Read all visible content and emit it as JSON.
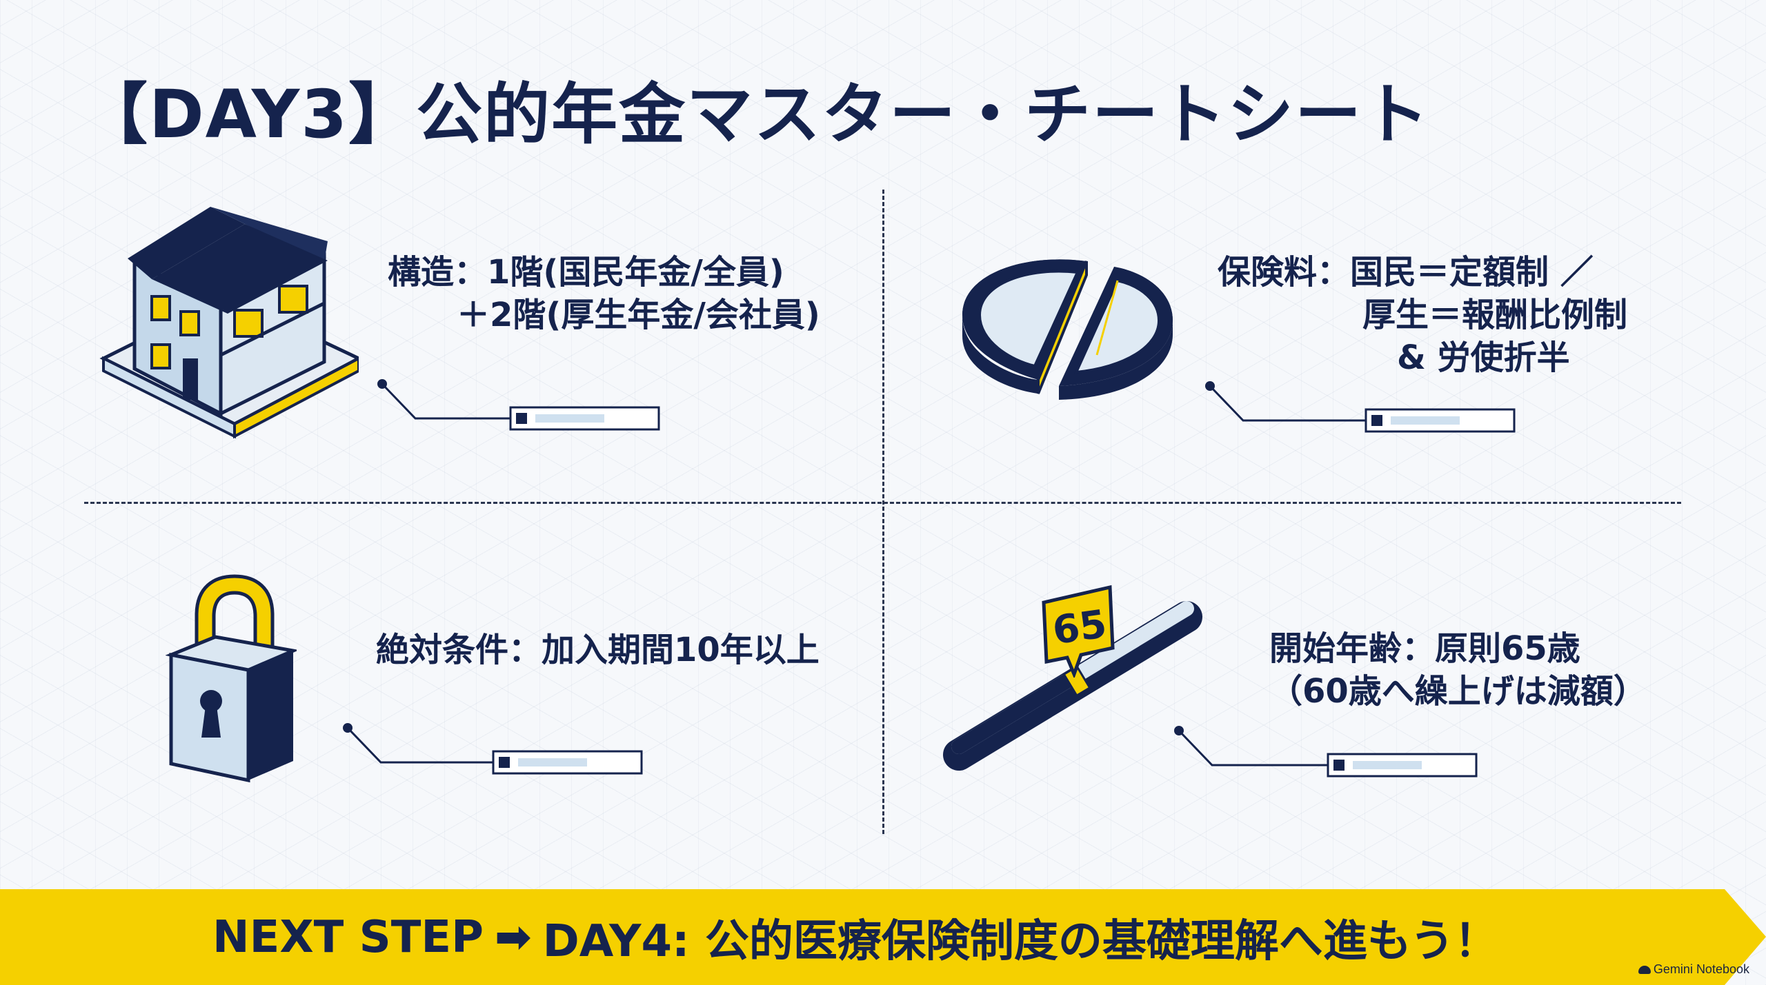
{
  "title": "【DAY3】公的年金マスター・チートシート",
  "quadrants": {
    "structure": {
      "icon": "house-icon",
      "line1": "構造：1階(国民年金/全員)",
      "line2": "＋2階(厚生年金/会社員)"
    },
    "premium": {
      "icon": "split-disc-icon",
      "line1": "保険料：国民＝定額制 ／",
      "line2": "厚生＝報酬比例制",
      "line3": "& 労使折半"
    },
    "condition": {
      "icon": "padlock-icon",
      "line1": "絶対条件：加入期間10年以上"
    },
    "age": {
      "icon": "age-slider-icon",
      "badge": "65",
      "line1": "開始年齢：原則65歳",
      "line2": "（60歳へ繰上げは減額）"
    }
  },
  "footer": {
    "prefix": "NEXT STEP",
    "arrow": "➡",
    "text": "DAY4: 公的医療保険制度の基礎理解へ進もう！"
  },
  "watermark": "Gemini Notebook",
  "colors": {
    "navy": "#15234d",
    "yellow": "#f5d000",
    "light_blue": "#cfe0ef",
    "background": "#f6f8fb"
  }
}
